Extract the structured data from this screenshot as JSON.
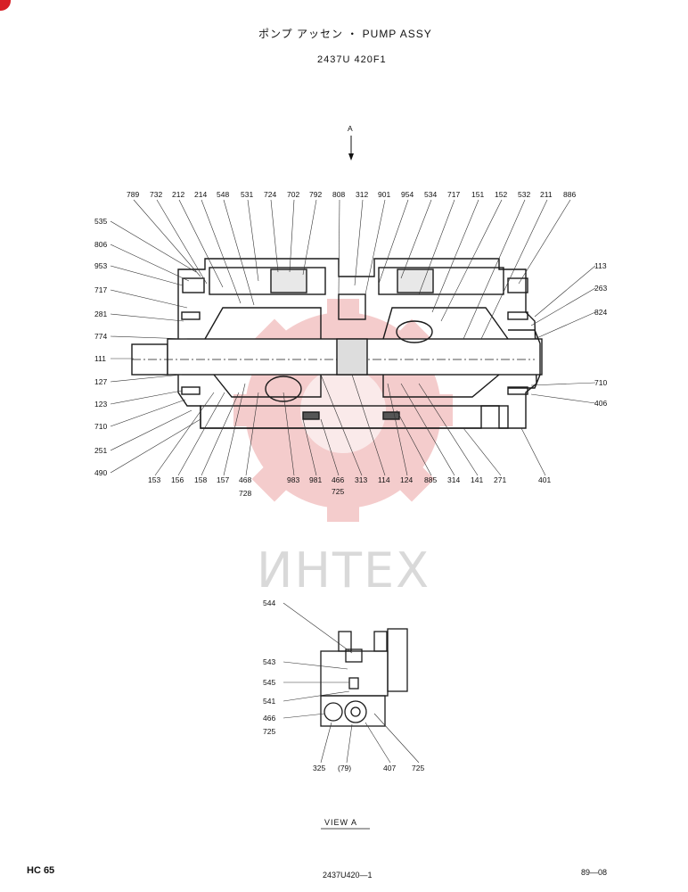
{
  "header": {
    "title": "ポンプ アッセン ・ PUMP ASSY",
    "drawing_no": "2437U 420F1",
    "arrow_label": "A"
  },
  "labels_top": [
    "789",
    "732",
    "212",
    "214",
    "548",
    "531",
    "724",
    "702",
    "792",
    "808",
    "312",
    "901",
    "954",
    "534",
    "717",
    "151",
    "152",
    "532",
    "211",
    "886"
  ],
  "labels_left": [
    "535",
    "806",
    "953",
    "717",
    "281",
    "774",
    "111",
    "127",
    "123",
    "710",
    "251",
    "490"
  ],
  "labels_right": [
    "113",
    "263",
    "824",
    "710",
    "406"
  ],
  "labels_bottom": [
    "153",
    "156",
    "158",
    "157",
    "468",
    "983",
    "981",
    "466",
    "313",
    "114",
    "124",
    "885",
    "314",
    "141",
    "271",
    "401"
  ],
  "labels_bottom_sub": [
    "728",
    "725"
  ],
  "view": {
    "labels": [
      "544",
      "543",
      "545",
      "541",
      "466",
      "725",
      "325",
      "(79)",
      "407",
      "725"
    ],
    "caption": "VIEW A"
  },
  "watermark": "ИНТЕХ",
  "footer": {
    "model": "HC 65",
    "ref": "2437U420—1",
    "date": "89—08"
  },
  "colors": {
    "line": "#1a1a1a",
    "watermark": "#f2b9b9",
    "badge": "#d71f26"
  }
}
